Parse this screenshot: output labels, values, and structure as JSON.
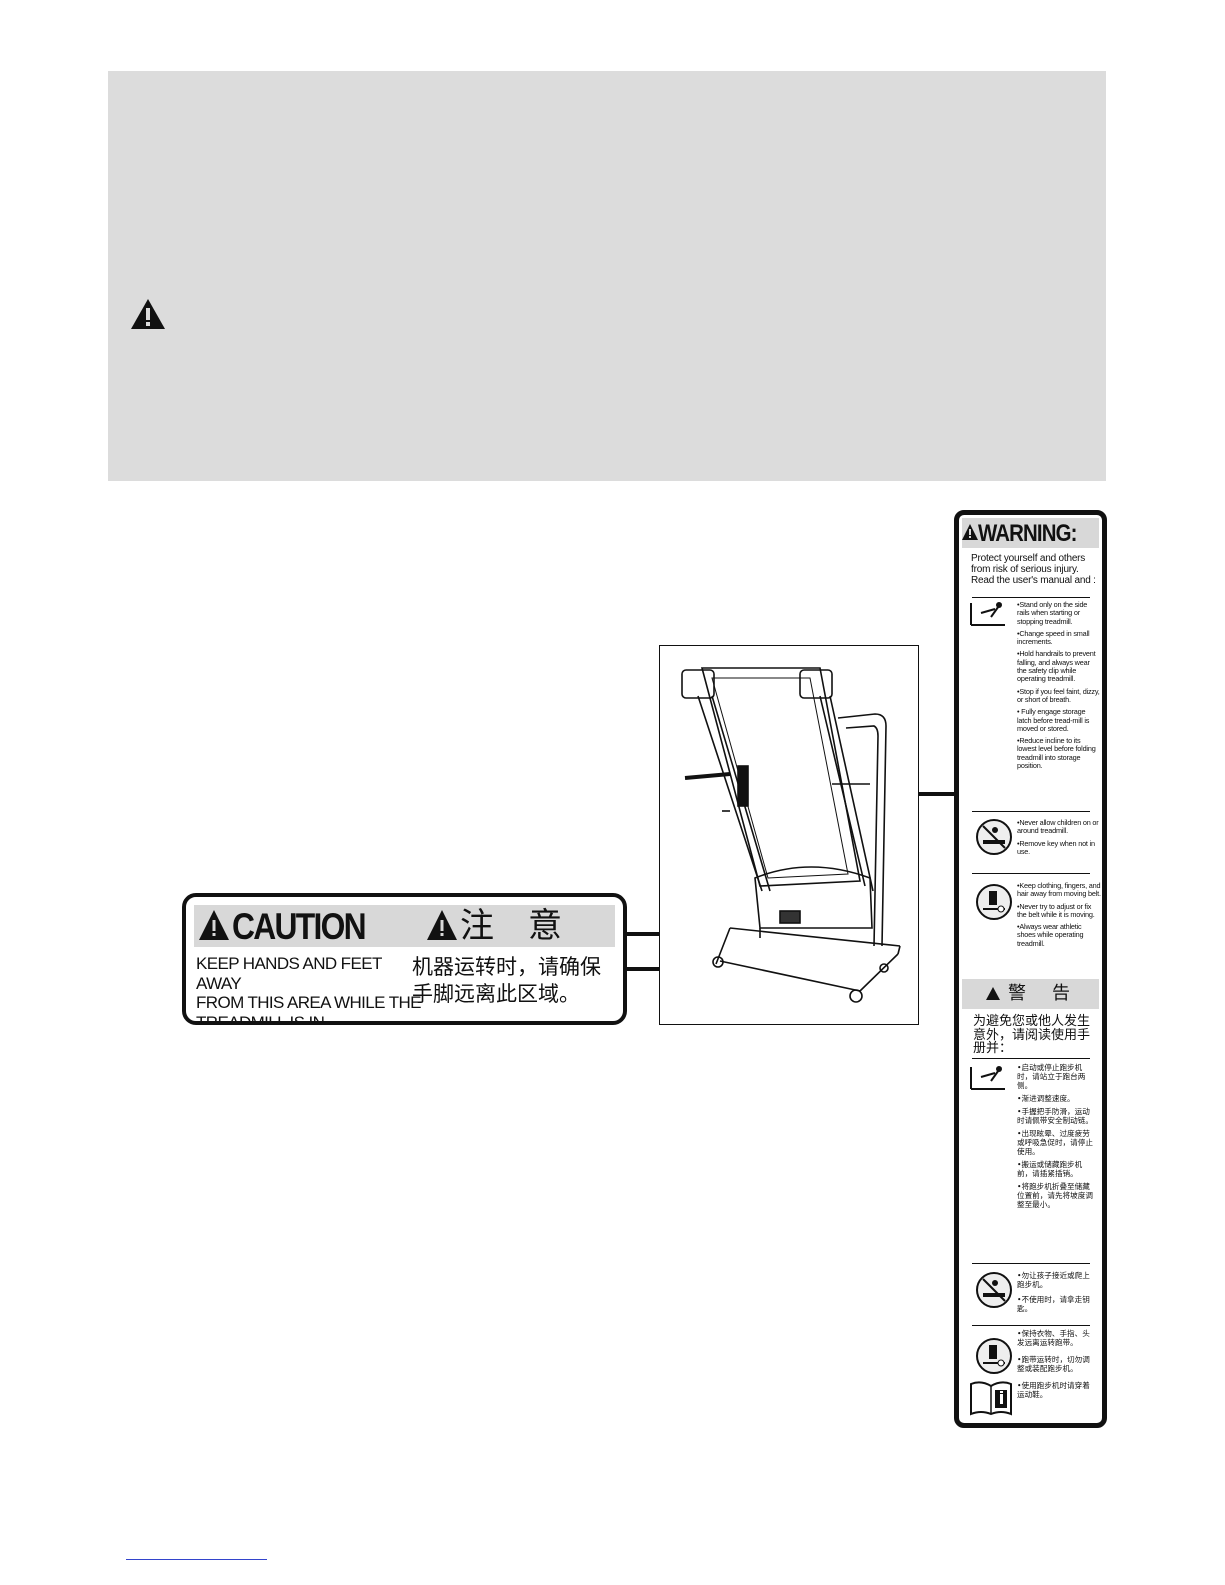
{
  "caution_label": {
    "heading_en": "CAUTION",
    "heading_zh": "注　意",
    "text_en": [
      "KEEP HANDS AND FEET AWAY",
      "FROM THIS AREA WHILE THE",
      "TREADMILL IS IN OPERATION."
    ],
    "text_zh": [
      "机器运转时，请确保",
      "手脚远离此区域。"
    ]
  },
  "warning_label": {
    "heading_en": "WARNING:",
    "intro_en": "Protect yourself and others from risk of serious injury.  Read the user's manual and :",
    "section1_en": [
      "•Stand only on the side rails when starting or stopping treadmill.",
      "•Change speed in small increments.",
      "•Hold handrails to prevent falling, and always wear the safety clip while operating treadmill.",
      "•Stop if you feel faint, dizzy, or short of breath.",
      "• Fully engage storage latch  before tread-mill  is moved or stored.",
      "•Reduce incline to its lowest level before folding treadmill into storage position."
    ],
    "section2_en": [
      "•Never allow children on or around treadmill.",
      "•Remove key when not in use."
    ],
    "section3_en": [
      "•Keep clothing, fingers, and hair away from moving belt.",
      "•Never try to adjust or fix the belt while it is moving.",
      "•Always wear athletic shoes while operating treadmill."
    ],
    "heading_zh": "警　告",
    "intro_zh": "为避免您或他人发生意外，请阅读使用手册并：",
    "section1_zh": [
      "•启动或停止跑步机时，请站立于跑台两侧。",
      "•渐进调整速度。",
      "•手握把手防滑，运动时请佩带安全制动链。",
      "•出现眩晕、过度疲劳或呼吸急促时，请停止使用。",
      "•搬运或储藏跑步机前，请插紧插销。",
      "•将跑步机折叠至储藏位置前，请先将坡度调整至最小。"
    ],
    "section2_zh": [
      "•勿让孩子接近或爬上跑步机。",
      "•不使用时，请拿走钥匙。"
    ],
    "section3_zh": [
      "•保持衣物、手指、头发远离运转跑带。",
      "•跑带运转时，切勿调整或装配跑步机。",
      "•使用跑步机时请穿着运动鞋。"
    ]
  },
  "colors": {
    "panel_grey": "#dcdcdc",
    "label_grey": "#d8d8d8",
    "ink": "#111111"
  },
  "icons": [
    "warning-triangle-icon",
    "treadmill-illustration",
    "fall-hazard-icon",
    "no-children-icon",
    "moving-belt-icon",
    "read-manual-icon"
  ]
}
